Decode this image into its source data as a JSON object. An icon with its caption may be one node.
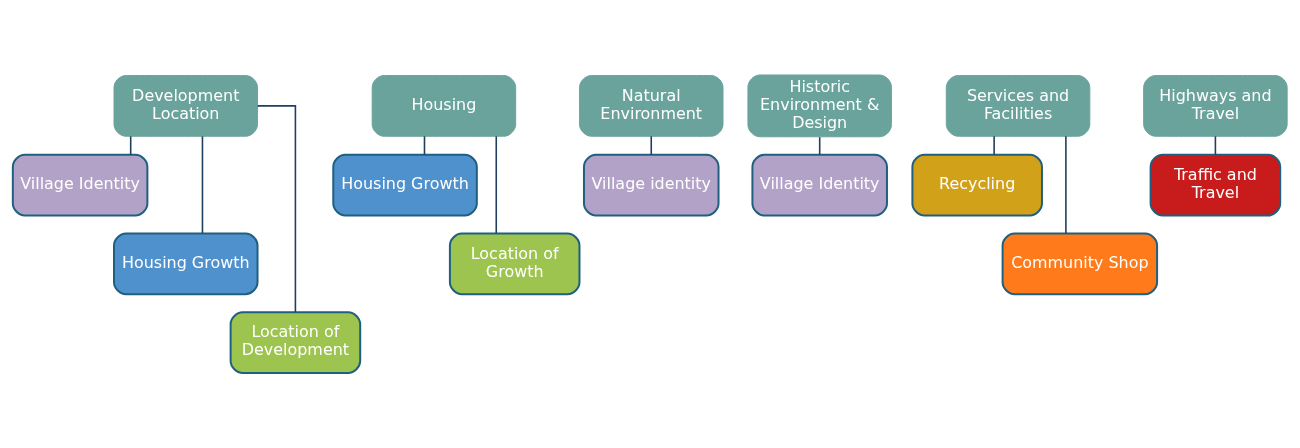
{
  "diagram": {
    "nodes": [
      {
        "text": [
          "Development Location"
        ]
      },
      {
        "text": [
          "Village Identity"
        ]
      },
      {
        "text": [
          "Housing Growth"
        ]
      },
      {
        "text": [
          "Location of Development"
        ]
      },
      {
        "text": [
          "Housing"
        ]
      },
      {
        "text": [
          "Housing Growth"
        ]
      },
      {
        "text": [
          "Location of Growth"
        ]
      },
      {
        "text": [
          "Natural Environment"
        ]
      },
      {
        "text": [
          "Village identity"
        ]
      },
      {
        "text": [
          "Historic Environment & Design"
        ]
      },
      {
        "text": [
          "Village Identity"
        ]
      },
      {
        "text": [
          "Services and Facilities"
        ]
      },
      {
        "text": [
          "Recycling"
        ]
      },
      {
        "text": [
          "Community Shop"
        ]
      },
      {
        "text": [
          "Highways and Travel"
        ]
      },
      {
        "text": [
          "Traffic and Travel"
        ]
      }
    ],
    "edges": [
      {
        "from": 0,
        "to": 1,
        "arrow": "none"
      },
      {
        "from": 0,
        "to": 2,
        "arrow": "none"
      },
      {
        "from": 0,
        "to": 3,
        "arrow": "none"
      },
      {
        "from": 4,
        "to": 5,
        "arrow": "none"
      },
      {
        "from": 4,
        "to": 6,
        "arrow": "none"
      },
      {
        "from": 7,
        "to": 8,
        "arrow": "none"
      },
      {
        "from": 9,
        "to": 10,
        "arrow": "none"
      },
      {
        "from": 11,
        "to": 12,
        "arrow": "none"
      },
      {
        "from": 11,
        "to": 13,
        "arrow": "none"
      },
      {
        "from": 14,
        "to": 15,
        "arrow": "none"
      }
    ]
  }
}
